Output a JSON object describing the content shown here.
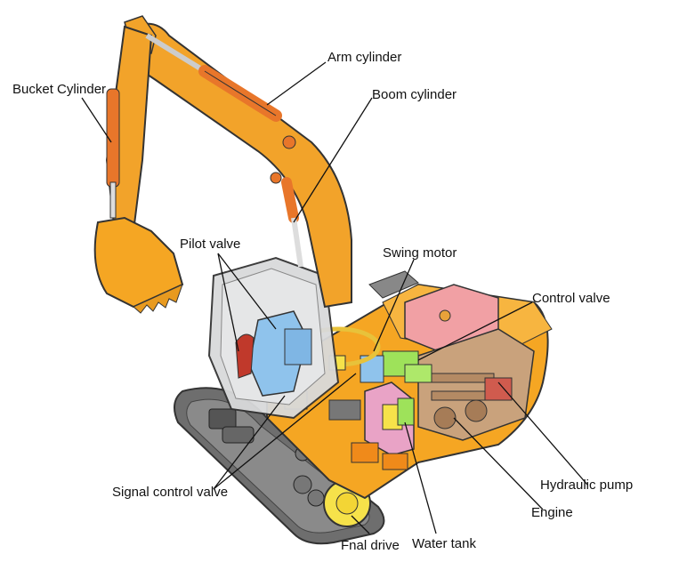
{
  "labels": {
    "bucket_cylinder": "Bucket Cylinder",
    "arm_cylinder": "Arm cylinder",
    "boom_cylinder": "Boom cylinder",
    "pilot_valve": "Pilot valve",
    "swing_motor": "Swing motor",
    "control_valve": "Control valve",
    "hydraulic_pump": "Hydraulic pump",
    "engine": "Engine",
    "water_tank": "Water tank",
    "final_drive": "Fnal drive",
    "signal_control_valve": "Signal control valve"
  },
  "colors": {
    "body_orange": "#f5a623",
    "boom_orange": "#f2a32a",
    "cylinder_orange": "#e8762a",
    "cab_glass": "#d9dadb",
    "track_gray": "#6e6e6e",
    "pilot_blue": "#8fc3ec",
    "engine_tan": "#c9a27c",
    "tank_pink": "#e9a3c6",
    "radiator_pink": "#f1a0a4",
    "valve_green": "#9ee25a",
    "final_drive_yellow": "#f6e24a",
    "leader_line": "#111111"
  }
}
